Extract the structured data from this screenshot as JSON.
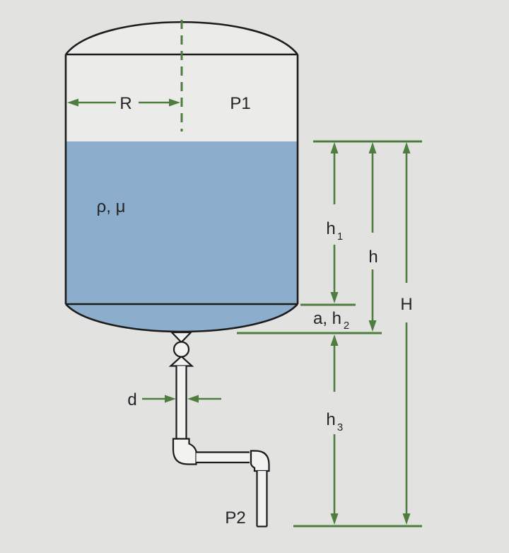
{
  "diagram": {
    "type": "tank-drain-fluid-mechanics-schematic",
    "colors": {
      "background": "#e2e2e1",
      "tank_interior": "#ebebe9",
      "liquid": "#8dadcc",
      "outline": "#1c1c1c",
      "pipe_fill": "#f2f2f0",
      "annotation_green": "#4d7e3e",
      "label_text": "#242424"
    },
    "labels": {
      "radius": "R",
      "pressure_top": "P1",
      "fluid_properties": "ρ, μ",
      "h1_base": "h",
      "h1_sub": "1",
      "h_mid": "h",
      "big_h": "H",
      "a_h2_base": "a, h",
      "a_h2_sub": "2",
      "h3_base": "h",
      "h3_sub": "3",
      "pipe_diameter": "d",
      "pressure_outlet": "P2"
    }
  }
}
